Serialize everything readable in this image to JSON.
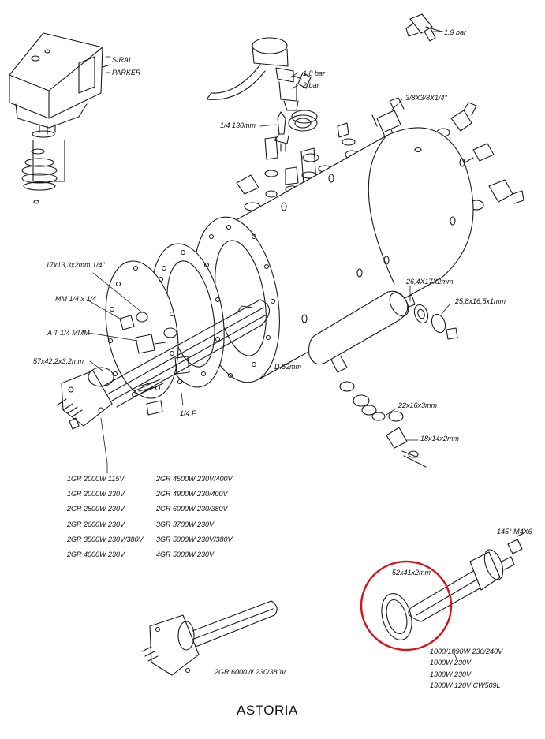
{
  "brand": "ASTORIA",
  "labels": {
    "pressostat": "SIRAI\nPARKER",
    "valve_1_9": "1,9 bar",
    "valve_1_8": "1,8 bar",
    "valve_2": "2 bar",
    "probe": "1/4 130mm",
    "tee": "3/8X3/8X1/4\"",
    "gasket_17": "17x13,3x2mm 1/4\"",
    "fitting_mm": "MM 1/4 x 1/4",
    "fitting_at": "A T 1/4 MMM",
    "gasket_57": "57x42,2x3,2mm",
    "fitting_f": "1/4 F",
    "diameter": "D.52mm",
    "gasket_26": "26,4X17X2mm",
    "gasket_25": "25,8x16,5x1mm",
    "gasket_22": "22x16x3mm",
    "gasket_18": "18x14x2mm",
    "fitting_145": "145° M4X6",
    "gasket_52": "52x41x2mm",
    "element_6000": "2GR 6000W 230/380V"
  },
  "heating_elements_col1": [
    "1GR 2000W 115V",
    "1GR 2000W 230V",
    "2GR 2500W 230V",
    "2GR 2600W 230V",
    "2GR 3500W 230V/380V",
    "2GR 4000W 230V"
  ],
  "heating_elements_col2": [
    "2GR 4500W 230V/400V",
    "2GR 4900W 230/400V",
    "2GR 6000W 230/380V",
    "3GR 3700W 230V",
    "3GR 5000W 230V/380V",
    "4GR 5000W 230V"
  ],
  "heating_elements_small": [
    "1000/1090W 230/240V",
    "1000W 230V",
    "1300W 230V",
    "1300W 120V CW509L"
  ],
  "colors": {
    "line": "#1a1a1a",
    "highlight_circle": "#d4141b",
    "background": "#ffffff"
  }
}
